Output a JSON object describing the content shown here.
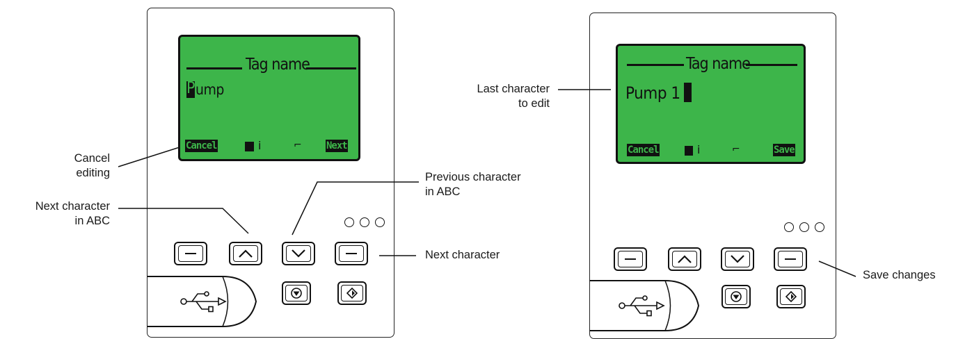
{
  "left_device": {
    "screen_title": "Tag name",
    "screen_value": "ump",
    "cursor_char": "P",
    "softkey_left": "Cancel",
    "softkey_right": "Next",
    "leds": 3
  },
  "right_device": {
    "screen_title": "Tag name",
    "screen_value": "Pump 1",
    "softkey_left": "Cancel",
    "softkey_right": "Save",
    "leds": 3
  },
  "callouts": {
    "cancel_editing": "Cancel\nediting",
    "next_char_abc": "Next character\nin ABC",
    "prev_char_abc": "Previous character\nin ABC",
    "next_character": "Next character",
    "last_char_to_edit": "Last character\nto edit",
    "save_changes": "Save changes"
  },
  "icons": [
    "minus-key-icon",
    "up-arrow-key-icon",
    "down-arrow-key-icon",
    "stop-key-icon",
    "start-key-icon",
    "usb-icon",
    "lock-icon",
    "status-block-icon",
    "info-icon"
  ],
  "colors": {
    "lcd_green": "#3db54a",
    "outline": "#111111"
  }
}
